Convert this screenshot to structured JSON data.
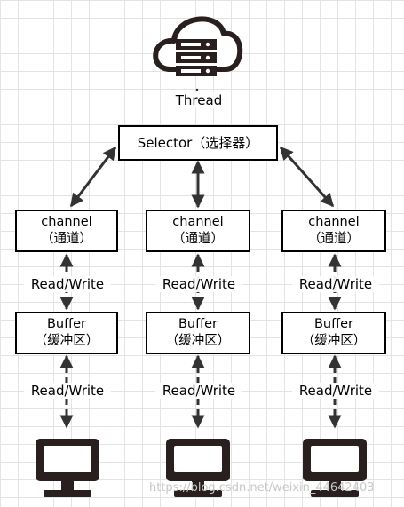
{
  "thread_label": "Thread",
  "selector": {
    "label": "Selector（选择器）"
  },
  "columns": [
    {
      "channel_title": "channel",
      "channel_sub": "（通道）",
      "rw_top": "Read/Write",
      "buffer_title": "Buffer",
      "buffer_sub": "（缓冲区）",
      "rw_bottom": "Read/Write"
    },
    {
      "channel_title": "channel",
      "channel_sub": "（通道）",
      "rw_top": "Read/Write",
      "buffer_title": "Buffer",
      "buffer_sub": "（缓冲区）",
      "rw_bottom": "Read/Write"
    },
    {
      "channel_title": "channel",
      "channel_sub": "（通道）",
      "rw_top": "Read/Write",
      "buffer_title": "Buffer",
      "buffer_sub": "（缓冲区）",
      "rw_bottom": "Read/Write"
    }
  ],
  "watermark": "https://blog.csdn.net/weixin_44642403",
  "icons": {
    "cloud": "cloud-server-icon",
    "computer": "monitor-icon"
  },
  "colors": {
    "line": "#333333",
    "border": "#000000",
    "grid": "#e3e3e3",
    "icon": "#2a1f1f"
  }
}
